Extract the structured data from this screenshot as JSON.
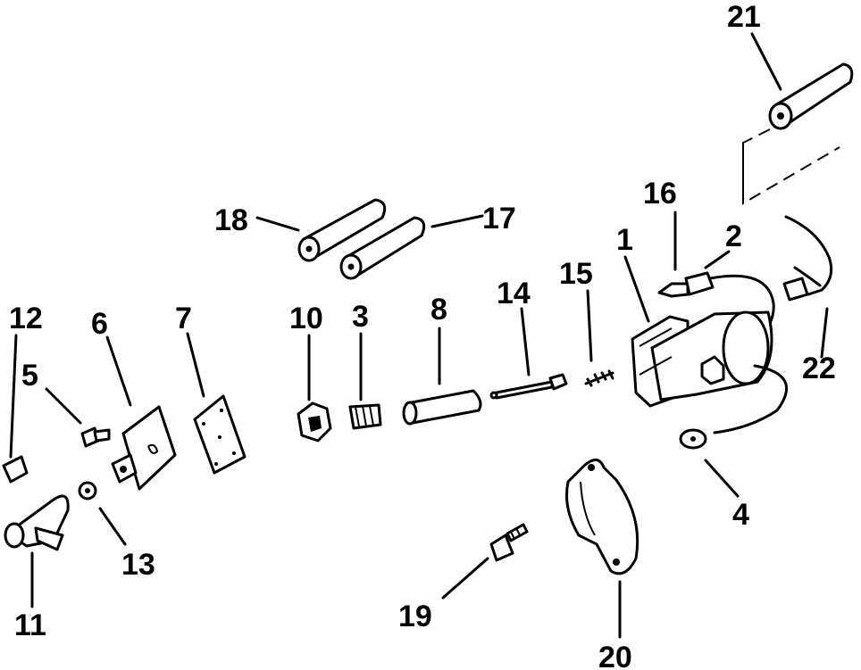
{
  "labels": {
    "p1": "1",
    "p2": "2",
    "p3": "3",
    "p4": "4",
    "p5": "5",
    "p6": "6",
    "p7": "7",
    "p8": "8",
    "p10": "10",
    "p11": "11",
    "p12": "12",
    "p13": "13",
    "p14": "14",
    "p15": "15",
    "p16": "16",
    "p17": "17",
    "p18": "18",
    "p19": "19",
    "p20": "20",
    "p21": "21",
    "p22": "22"
  }
}
